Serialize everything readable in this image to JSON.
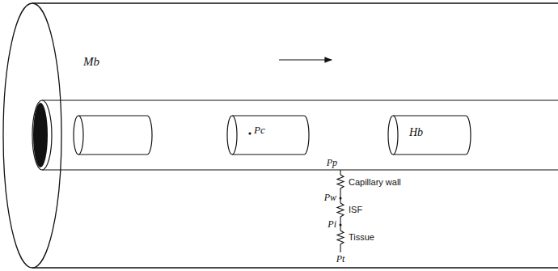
{
  "diagram": {
    "labels": [
      "Mb",
      "Pc",
      "Hb",
      "Pp",
      "Capillary wall",
      "Pw",
      "ISF",
      "Pi",
      "Tissue",
      "Pt"
    ]
  }
}
